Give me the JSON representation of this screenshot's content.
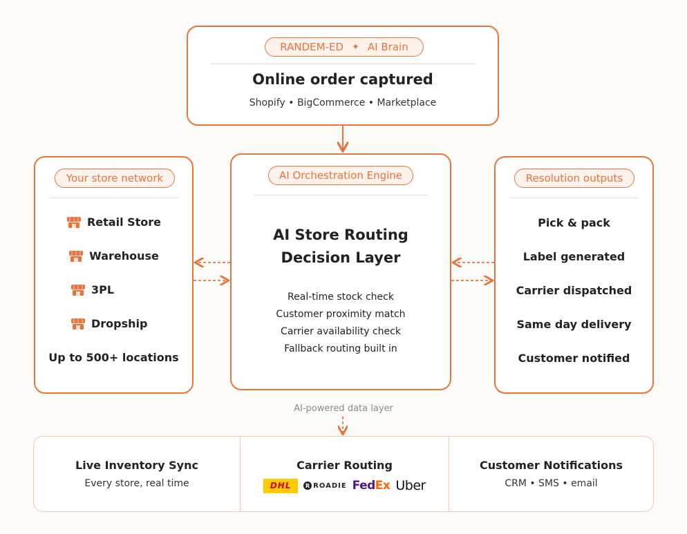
{
  "header": {
    "brand": "RANDEM-ED",
    "brand_ai": "AI Brain",
    "title": "Online order captured",
    "channels": "Shopify • BigCommerce • Marketplace"
  },
  "left": {
    "pill": "Your store network",
    "locations": [
      "Retail Store",
      "Warehouse",
      "3PL",
      "Dropship"
    ],
    "footer": "Up to 500+ locations"
  },
  "middle": {
    "pill": "AI Orchestration Engine",
    "title_line1": "AI Store Routing",
    "title_line2": "Decision Layer",
    "checks": [
      "Real-time stock check",
      "Customer proximity match",
      "Carrier availability check",
      "Fallback routing built in"
    ]
  },
  "right": {
    "pill": "Resolution outputs",
    "outputs": [
      "Pick & pack",
      "Label generated",
      "Carrier dispatched",
      "Same day delivery",
      "Customer notified"
    ]
  },
  "data_layer_label": "AI-powered data layer",
  "bottom": {
    "col1_title": "Live Inventory Sync",
    "col1_sub": "Every store, real time",
    "col2_title": "Carrier Routing",
    "carriers": [
      "DHL",
      "ROADIE",
      "FedEx",
      "Uber"
    ],
    "col3_title": "Customer Notifications",
    "col3_sub": "CRM • SMS • email"
  },
  "colors": {
    "accent": "#e8743b",
    "background": "#fdfbf7"
  }
}
